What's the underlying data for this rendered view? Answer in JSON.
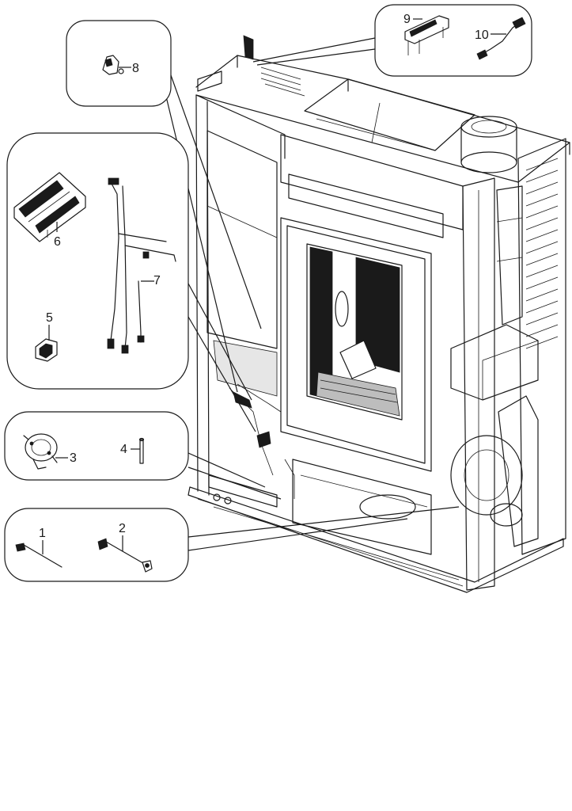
{
  "callouts": [
    {
      "id": "1",
      "label": "1"
    },
    {
      "id": "2",
      "label": "2"
    },
    {
      "id": "3",
      "label": "3"
    },
    {
      "id": "4",
      "label": "4"
    },
    {
      "id": "5",
      "label": "5"
    },
    {
      "id": "6",
      "label": "6"
    },
    {
      "id": "7",
      "label": "7"
    },
    {
      "id": "8",
      "label": "8"
    },
    {
      "id": "9",
      "label": "9"
    },
    {
      "id": "10",
      "label": "10"
    }
  ],
  "colors": {
    "line": "#1a1a1a",
    "background": "#ffffff",
    "shade": "#bdbdbd"
  }
}
